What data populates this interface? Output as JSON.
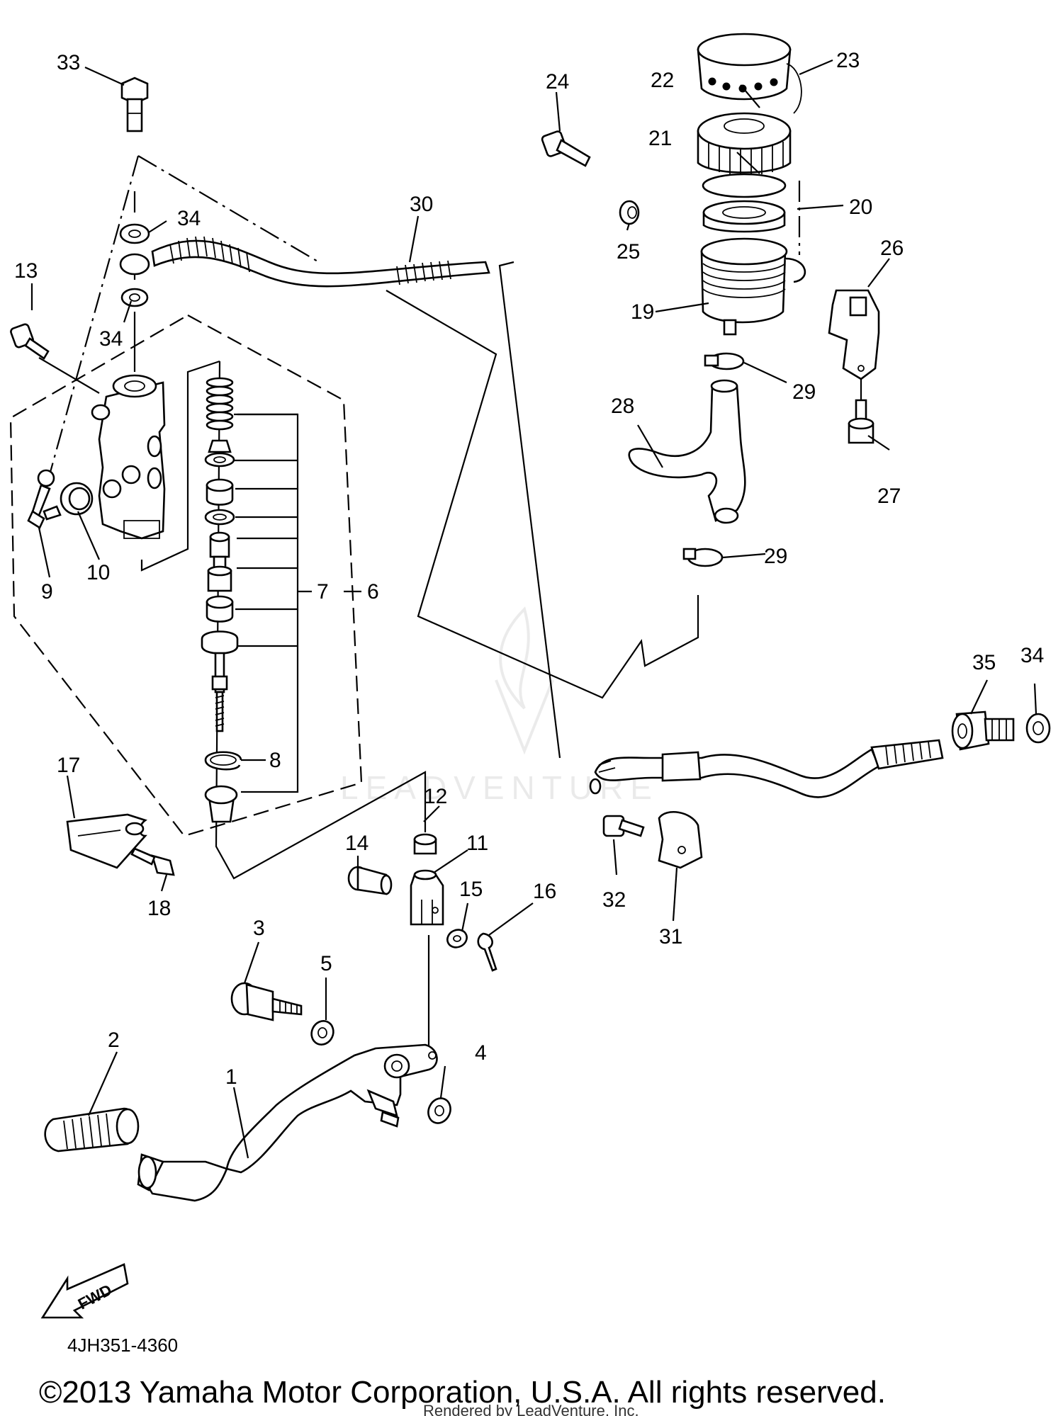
{
  "diagram": {
    "part_labels": [
      "1",
      "2",
      "3",
      "4",
      "5",
      "6",
      "7",
      "8",
      "9",
      "10",
      "11",
      "12",
      "13",
      "14",
      "15",
      "16",
      "17",
      "18",
      "19",
      "20",
      "21",
      "22",
      "23",
      "24",
      "25",
      "26",
      "27",
      "28",
      "29",
      "29",
      "30",
      "31",
      "32",
      "33",
      "34",
      "34",
      "34",
      "35"
    ],
    "fwd_label": "FWD",
    "diagram_code": "4JH351-4360",
    "watermark": "LEADVENTURE"
  },
  "footer": {
    "copyright": "©2013 Yamaha Motor Corporation, U.S.A. All rights reserved.",
    "rendered_by": "Rendered by LeadVenture, Inc."
  }
}
